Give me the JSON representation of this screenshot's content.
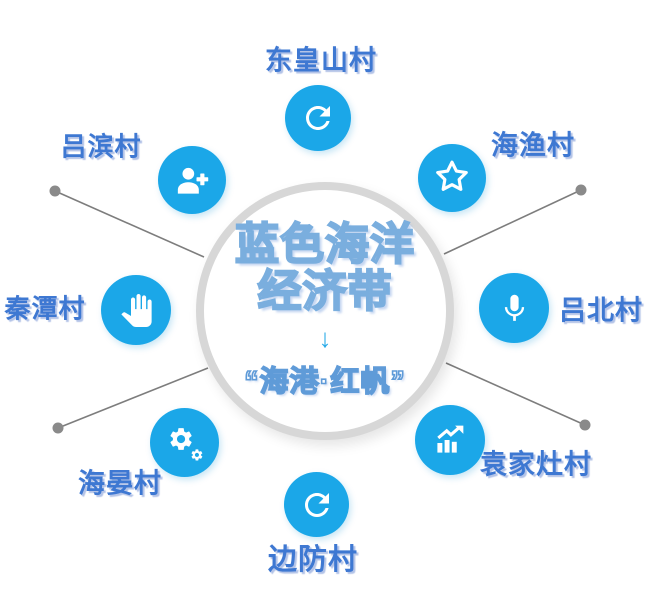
{
  "center": {
    "title_line1": "蓝色海洋",
    "title_line2": "经济带",
    "arrow": "↓",
    "subtitle": "“海港·红帆”"
  },
  "villages": [
    {
      "label": "东皇山村",
      "icon": "refresh-icon",
      "position": "top"
    },
    {
      "label": "海渔村",
      "icon": "star-icon",
      "position": "top-right"
    },
    {
      "label": "吕北村",
      "icon": "microphone-icon",
      "position": "right"
    },
    {
      "label": "袁家灶村",
      "icon": "chart-up-icon",
      "position": "bottom-right"
    },
    {
      "label": "边防村",
      "icon": "refresh-icon",
      "position": "bottom"
    },
    {
      "label": "海晏村",
      "icon": "gears-icon",
      "position": "bottom-left"
    },
    {
      "label": "秦潭村",
      "icon": "hand-icon",
      "position": "left"
    },
    {
      "label": "吕滨村",
      "icon": "person-add-icon",
      "position": "top-left"
    }
  ],
  "colors": {
    "node_fill": "#1ba7e8",
    "label_text": "#3e78d2",
    "title_outline": "#7aaede",
    "arrow_blue": "#2aabe8",
    "connector_gray": "#7d7d7d",
    "center_border_gray": "#d7d7d7"
  }
}
